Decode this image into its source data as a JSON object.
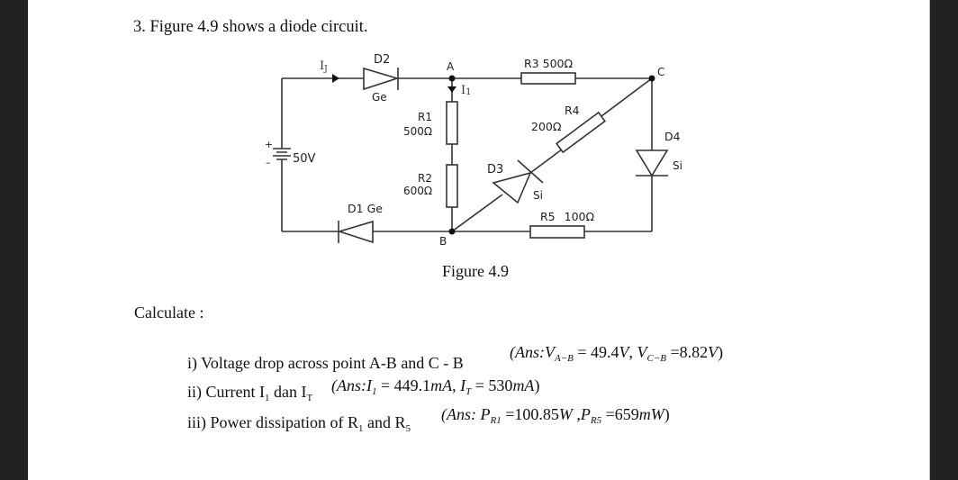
{
  "question": {
    "title": "3. Figure 4.9 shows a diode circuit.",
    "figure_caption": "Figure 4.9",
    "calculate_label": "Calculate :"
  },
  "circuit": {
    "source": {
      "polarity_plus": "+",
      "polarity_minus": "–",
      "label": "50V"
    },
    "current_total_label": "I",
    "current_total_sub": "J",
    "current_1_label": "I",
    "current_1_sub": "1",
    "nodes": {
      "a": "A",
      "b": "B",
      "c": "C"
    },
    "d2": {
      "name": "D2",
      "material": "Ge"
    },
    "d1": {
      "name": "D1",
      "material": "Ge"
    },
    "d3": {
      "name": "D3",
      "material": "Si"
    },
    "d4": {
      "name": "D4",
      "material": "Si"
    },
    "r1": {
      "name": "R1",
      "value": "500Ω"
    },
    "r2": {
      "name": "R2",
      "value": "600Ω"
    },
    "r3": {
      "name": "R3",
      "value": "500Ω"
    },
    "r4": {
      "name": "R4",
      "value": "200Ω"
    },
    "r5": {
      "name": "R5",
      "value": "100Ω"
    }
  },
  "items": [
    {
      "text": "i)  Voltage drop across point A-B and C - B",
      "answer": {
        "prefix": "(Ans:",
        "v_ab_sym": "V",
        "v_ab_sub": "A−B",
        "v_ab_val": " = 49.4",
        "v_ab_unit": "V",
        "sep": ",  ",
        "v_cb_sym": "V",
        "v_cb_sub": "C−B",
        "v_cb_val": " =8.82",
        "v_cb_unit": "V",
        "suffix": ")"
      }
    },
    {
      "text_pre": "ii) Current I",
      "text_sub1": "1",
      "text_mid": " dan I",
      "text_sub2": "T",
      "answer": {
        "prefix": "(Ans:",
        "i1_sym": "I",
        "i1_sub": "1",
        "i1_val": " = 449.1",
        "i1_unit": "mA",
        "sep": ", ",
        "it_sym": "I",
        "it_sub": "T",
        "it_val": " = 530",
        "it_unit": "mA",
        "suffix": ")"
      }
    },
    {
      "text_pre": "iii) Power dissipation of R",
      "text_sub1": "1",
      "text_mid": " and R",
      "text_sub2": "5",
      "answer": {
        "prefix": "(Ans: ",
        "p1_sym": "P",
        "p1_sub": "R1",
        "p1_val": " =100.85",
        "p1_unit": "W",
        "sep": " ,",
        "p5_sym": "P",
        "p5_sub": "R5",
        "p5_val": " =659",
        "p5_unit": "mW",
        "suffix": ")"
      }
    }
  ]
}
